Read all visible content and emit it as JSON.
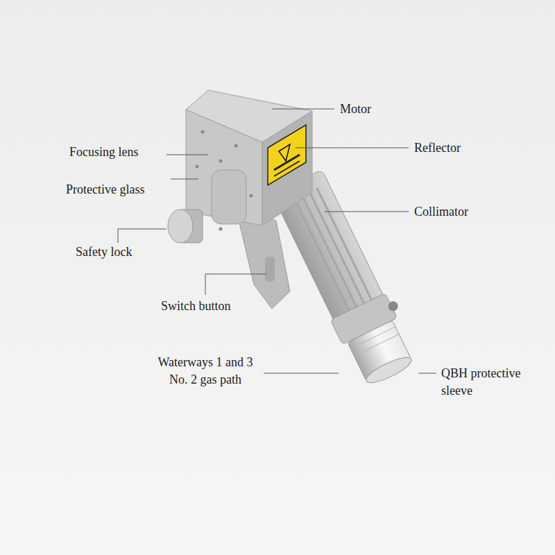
{
  "diagram": {
    "labels": [
      "Motor",
      "Reflector",
      "Collimator",
      "Focusing lens",
      "Protective glass",
      "Safety lock",
      "Switch button",
      "Waterways 1 and 3 No. 2 gas path",
      "QBH protective sleeve"
    ]
  }
}
